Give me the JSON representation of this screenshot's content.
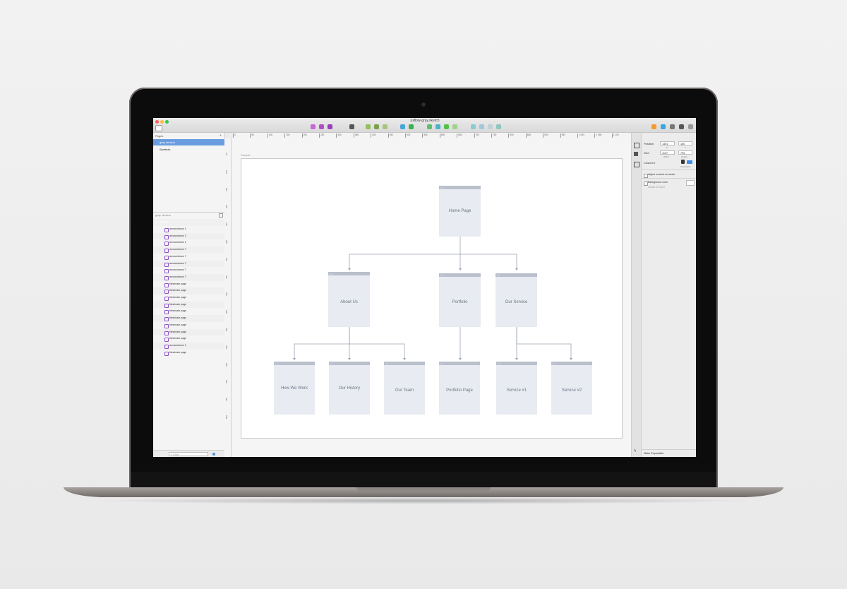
{
  "window": {
    "title": "uxflow-gray.sketch"
  },
  "sidebar": {
    "pages_header": "Pages",
    "pages": [
      {
        "label": "gray version",
        "selected": true
      },
      {
        "label": "Symbols",
        "selected": false
      }
    ],
    "layers_header": "gray version",
    "artboard_layer": "Sample",
    "layers": [
      "arrows/arrow 1",
      "arrows/arrow 1",
      "arrows/arrow 1",
      "arrows/arrow 7",
      "arrows/arrow 7",
      "arrows/arrow 7",
      "arrows/arrow 7",
      "arrows/arrow 7",
      "tiles/main page",
      "tiles/main page",
      "tiles/main page",
      "tiles/main page",
      "tiles/main page",
      "tiles/main page",
      "tiles/main page",
      "tiles/main page",
      "tiles/main page",
      "arrows/arrow 1",
      "tiles/main page"
    ],
    "filter_placeholder": "Filter"
  },
  "rulers": {
    "top": [
      "0",
      "50",
      "100",
      "150",
      "200",
      "250",
      "300",
      "350",
      "400",
      "450",
      "500",
      "550",
      "600",
      "650",
      "700",
      "750",
      "800",
      "850",
      "900",
      "950",
      "1 000",
      "1 050",
      "1 100"
    ],
    "left": [
      "50",
      "100",
      "150",
      "200",
      "250",
      "300",
      "350",
      "400",
      "450",
      "500",
      "550",
      "600",
      "650",
      "700",
      "750",
      "800"
    ]
  },
  "canvas": {
    "artboard_name": "Sample",
    "nodes": {
      "home": "Home Page",
      "about": "About Us",
      "portfolio": "Portfolio",
      "service": "Our Service",
      "how": "How We Work",
      "history": "Our History",
      "team": "Our Team",
      "portfolio_page": "Portfolio Page",
      "service1": "Service #1",
      "service2": "Service #2"
    }
  },
  "inspector": {
    "position_label": "Position",
    "x_value": "1491",
    "y_value": "160",
    "x_label": "X",
    "y_label": "Y",
    "size_label": "Size",
    "width_value": "1107",
    "height_value": "795",
    "width_label": "Width",
    "height_label": "Height",
    "preset": "Custom",
    "orientation_label": "Orientation",
    "adjust_content": "Adjust content on resize",
    "background_color": "Background color",
    "include_export": "Include in Export",
    "make_exportable": "Make Exportable"
  }
}
